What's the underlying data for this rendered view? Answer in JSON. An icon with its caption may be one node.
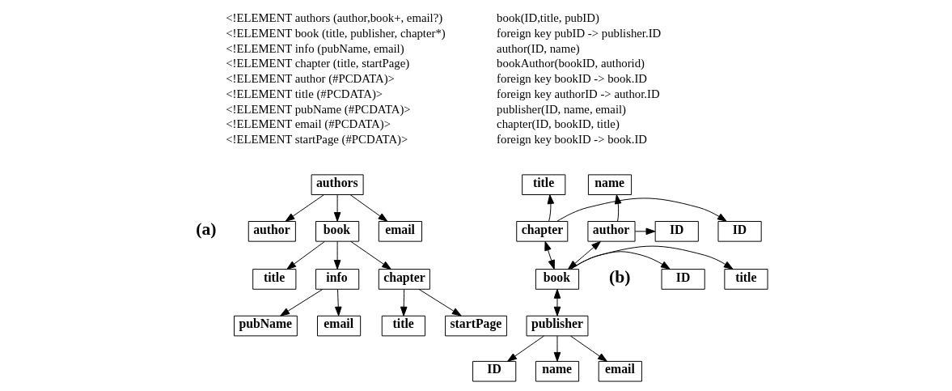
{
  "diagram": {
    "nodes": [
      {
        "text": [
          "authors"
        ]
      },
      {
        "text": [
          "author"
        ]
      },
      {
        "text": [
          "book"
        ]
      },
      {
        "text": [
          "email"
        ]
      },
      {
        "text": [
          "title"
        ]
      },
      {
        "text": [
          "info"
        ]
      },
      {
        "text": [
          "chapter"
        ]
      },
      {
        "text": [
          "pubName"
        ]
      },
      {
        "text": [
          "email"
        ]
      },
      {
        "text": [
          "title"
        ]
      },
      {
        "text": [
          "startPage"
        ]
      },
      {
        "text": [
          "title"
        ]
      },
      {
        "text": [
          "name"
        ]
      },
      {
        "text": [
          "ID"
        ]
      },
      {
        "text": [
          "chapter"
        ]
      },
      {
        "text": [
          "author"
        ]
      },
      {
        "text": [
          "ID"
        ]
      },
      {
        "text": [
          "ID"
        ]
      },
      {
        "text": [
          "book"
        ]
      },
      {
        "text": [
          "title"
        ]
      },
      {
        "text": [
          "publisher"
        ]
      },
      {
        "text": [
          "ID"
        ]
      },
      {
        "text": [
          "name"
        ]
      },
      {
        "text": [
          "email"
        ]
      }
    ],
    "edges": [
      {
        "from": 0,
        "to": 1,
        "arrow": "to"
      },
      {
        "from": 0,
        "to": 2,
        "arrow": "to"
      },
      {
        "from": 0,
        "to": 3,
        "arrow": "to"
      },
      {
        "from": 2,
        "to": 4,
        "arrow": "to"
      },
      {
        "from": 2,
        "to": 5,
        "arrow": "to"
      },
      {
        "from": 2,
        "to": 6,
        "arrow": "to"
      },
      {
        "from": 5,
        "to": 7,
        "arrow": "to"
      },
      {
        "from": 5,
        "to": 8,
        "arrow": "to"
      },
      {
        "from": 6,
        "to": 9,
        "arrow": "to"
      },
      {
        "from": 6,
        "to": 10,
        "arrow": "to"
      },
      {
        "from": 14,
        "to": 11,
        "arrow": "to"
      },
      {
        "from": 15,
        "to": 12,
        "arrow": "to"
      },
      {
        "from": 14,
        "to": 13,
        "arrow": "to"
      },
      {
        "from": 15,
        "to": 16,
        "arrow": "to"
      },
      {
        "from": 14,
        "to": 18,
        "arrow": "both"
      },
      {
        "from": 15,
        "to": 18,
        "arrow": "both"
      },
      {
        "from": 18,
        "to": 17,
        "arrow": "to"
      },
      {
        "from": 18,
        "to": 19,
        "arrow": "to"
      },
      {
        "from": 18,
        "to": 20,
        "arrow": "both"
      },
      {
        "from": 20,
        "to": 21,
        "arrow": "to"
      },
      {
        "from": 20,
        "to": 22,
        "arrow": "to"
      },
      {
        "from": 20,
        "to": 23,
        "arrow": "to"
      }
    ],
    "labels": [
      "book(ID,title, pubID)",
      "foreign key pubID -> publisher.ID",
      "author(ID, name)",
      "bookAuthor(bookID, authorid)",
      "foreign key bookID -> book.ID",
      "foreign key authorID -> author.ID",
      "publisher(ID, name, email)",
      "chapter(ID, bookID, title)",
      "foreign key bookID -> book.ID",
      "<!ELEMENT authors (author,book+, email?)",
      "<!ELEMENT book (title, publisher, chapter*)",
      "<!ELEMENT info (pubName, email)",
      "<!ELEMENT chapter (title, startPage)",
      "<!ELEMENT author (#PCDATA)>",
      "<!ELEMENT title (#PCDATA)>",
      "<!ELEMENT pubName (#PCDATA)>",
      "<!ELEMENT email (#PCDATA)>",
      "<!ELEMENT startPage (#PCDATA)>",
      "(a)",
      "(b)"
    ]
  }
}
